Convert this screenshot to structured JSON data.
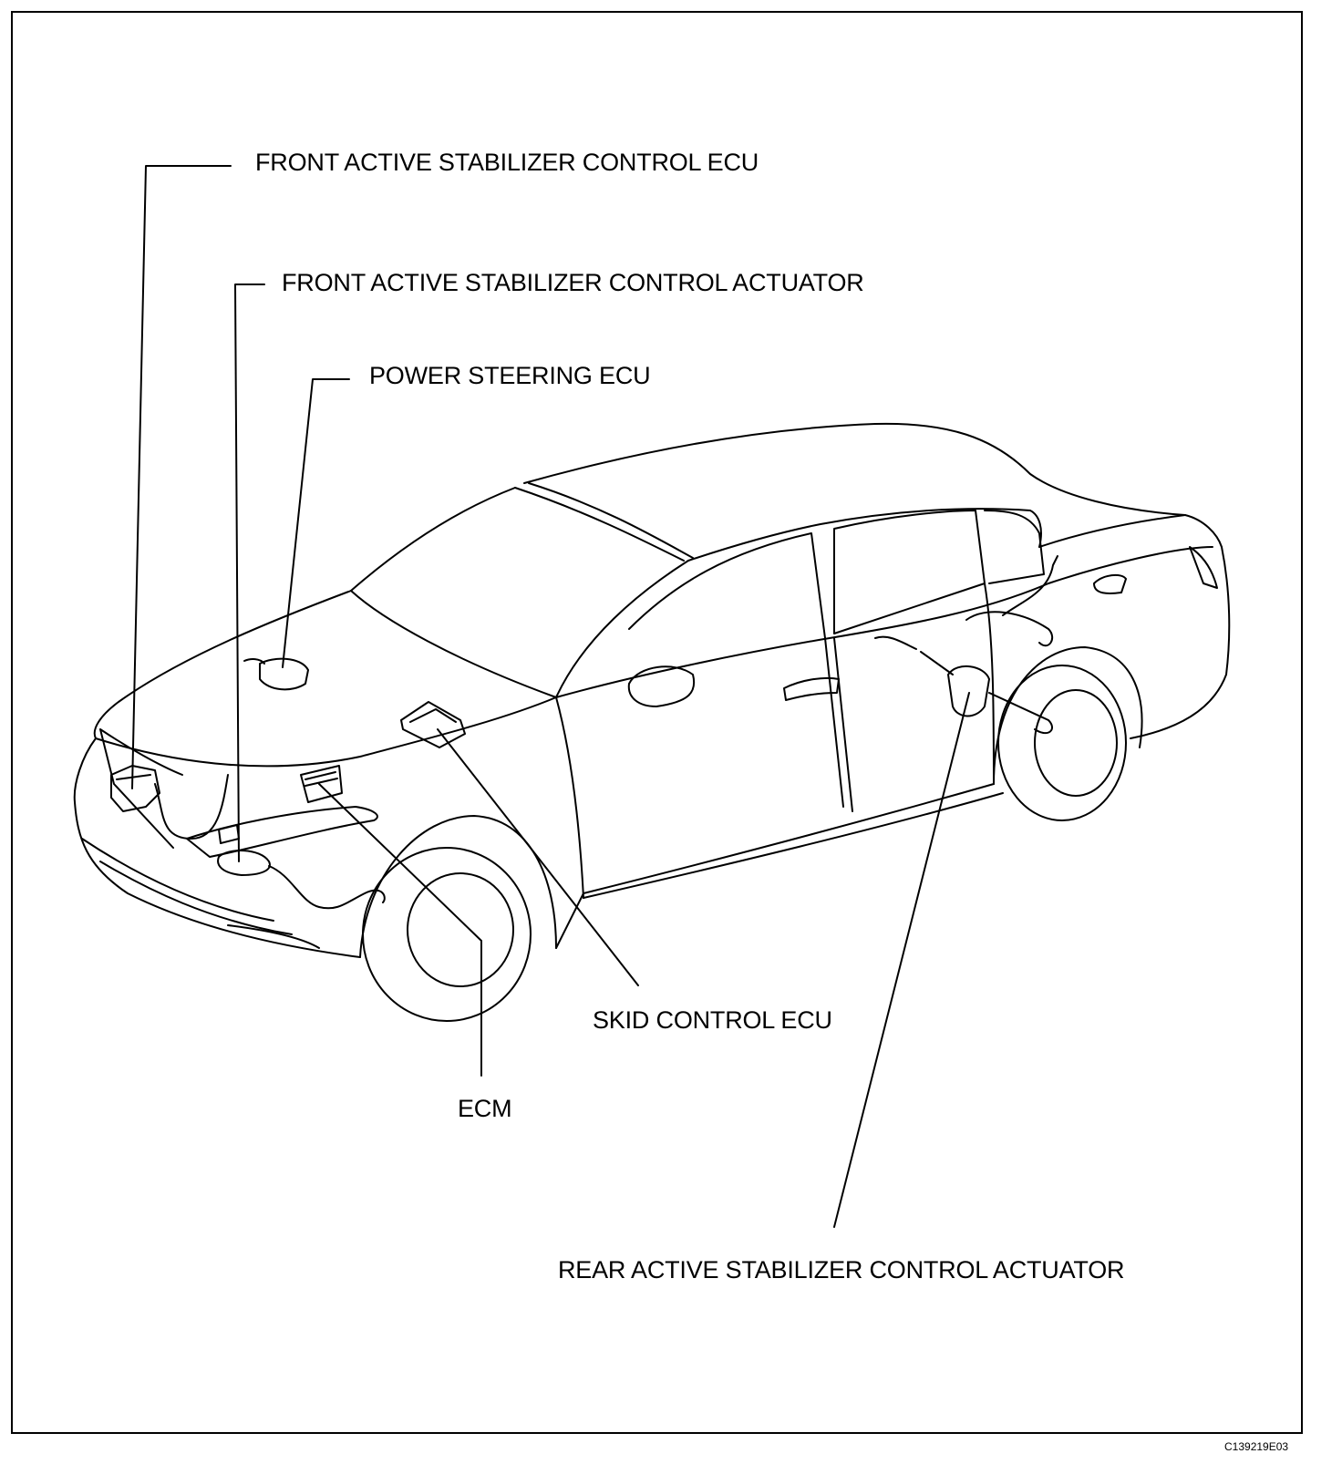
{
  "labels": {
    "front_ecu": "FRONT ACTIVE STABILIZER CONTROL ECU",
    "front_actuator": "FRONT ACTIVE STABILIZER CONTROL ACTUATOR",
    "power_steering_ecu": "POWER STEERING ECU",
    "skid_control_ecu": "SKID CONTROL ECU",
    "ecm": "ECM",
    "rear_actuator": "REAR ACTIVE STABILIZER CONTROL ACTUATOR"
  },
  "figure_id": "C139219E03"
}
